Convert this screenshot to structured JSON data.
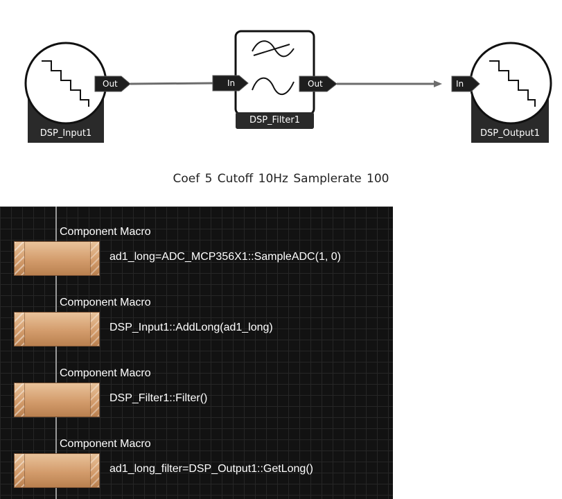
{
  "components": {
    "input": {
      "label": "DSP_Input1",
      "out_port": "Out"
    },
    "filter": {
      "label": "DSP_Filter1",
      "in_port": "In",
      "out_port": "Out"
    },
    "output": {
      "label": "DSP_Output1",
      "in_port": "In"
    }
  },
  "caption": "Coef 5   Cutoff 10Hz Samplerate 100",
  "macros": [
    {
      "title": "Component Macro",
      "call": "ad1_long=ADC_MCP356X1::SampleADC(1, 0)"
    },
    {
      "title": "Component Macro",
      "call": "DSP_Input1::AddLong(ad1_long)"
    },
    {
      "title": "Component Macro",
      "call": "DSP_Filter1::Filter()"
    },
    {
      "title": "Component Macro",
      "call": "ad1_long_filter=DSP_Output1::GetLong()"
    }
  ]
}
